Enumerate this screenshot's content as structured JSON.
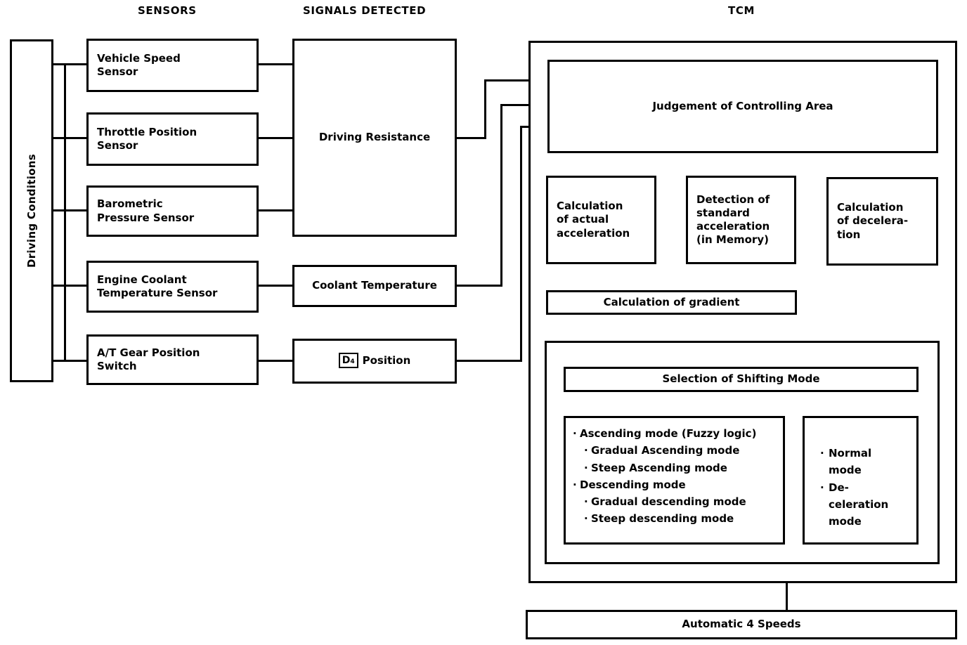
{
  "headers": {
    "sensors": "SENSORS",
    "signals": "SIGNALS DETECTED",
    "tcm": "TCM"
  },
  "driving_conditions": {
    "label": "Driving Conditions"
  },
  "sensors": [
    {
      "id": "vehicle-speed-sensor",
      "label": "Vehicle Speed\nSensor"
    },
    {
      "id": "throttle-position-sensor",
      "label": "Throttle Position\nSensor"
    },
    {
      "id": "barometric-pressure-sensor",
      "label": "Barometric\nPressure Sensor"
    },
    {
      "id": "engine-coolant-temperature-sensor",
      "label": "Engine Coolant\nTemperature Sensor"
    },
    {
      "id": "at-gear-position-switch",
      "label": "A/T Gear Position\nSwitch"
    }
  ],
  "signals": [
    {
      "id": "driving-resistance",
      "label": "Driving Resistance"
    },
    {
      "id": "coolant-temperature",
      "label": "Coolant Temperature"
    },
    {
      "id": "d4-position",
      "icon": "d4-gear-icon",
      "icon_letter": "D",
      "icon_sub": "4",
      "label": "Position"
    }
  ],
  "tcm": {
    "judgement": "Judgement of Controlling Area",
    "calc_actual_acceleration": "Calculation\nof actual\nacceleration",
    "detection_standard_acceleration": "Detection of\nstandard\nacceleration\n(in Memory)",
    "calc_deceleration": "Calculation\nof decelera-\ntion",
    "calc_gradient": "Calculation of gradient",
    "selection_shifting_mode": "Selection of Shifting Mode",
    "mode_list": [
      {
        "level": 1,
        "text": "Ascending mode (Fuzzy logic)"
      },
      {
        "level": 2,
        "text": "Gradual Ascending mode"
      },
      {
        "level": 2,
        "text": "Steep Ascending mode"
      },
      {
        "level": 1,
        "text": "Descending mode"
      },
      {
        "level": 2,
        "text": "Gradual descending mode"
      },
      {
        "level": 2,
        "text": "Steep descending mode"
      }
    ],
    "normal_list": [
      {
        "text": "Normal\nmode"
      },
      {
        "text": "De-\nceleration\nmode"
      }
    ]
  },
  "output": {
    "automatic_4_speeds": "Automatic 4 Speeds"
  },
  "colors": {
    "stroke": "#000000",
    "background": "#ffffff"
  }
}
